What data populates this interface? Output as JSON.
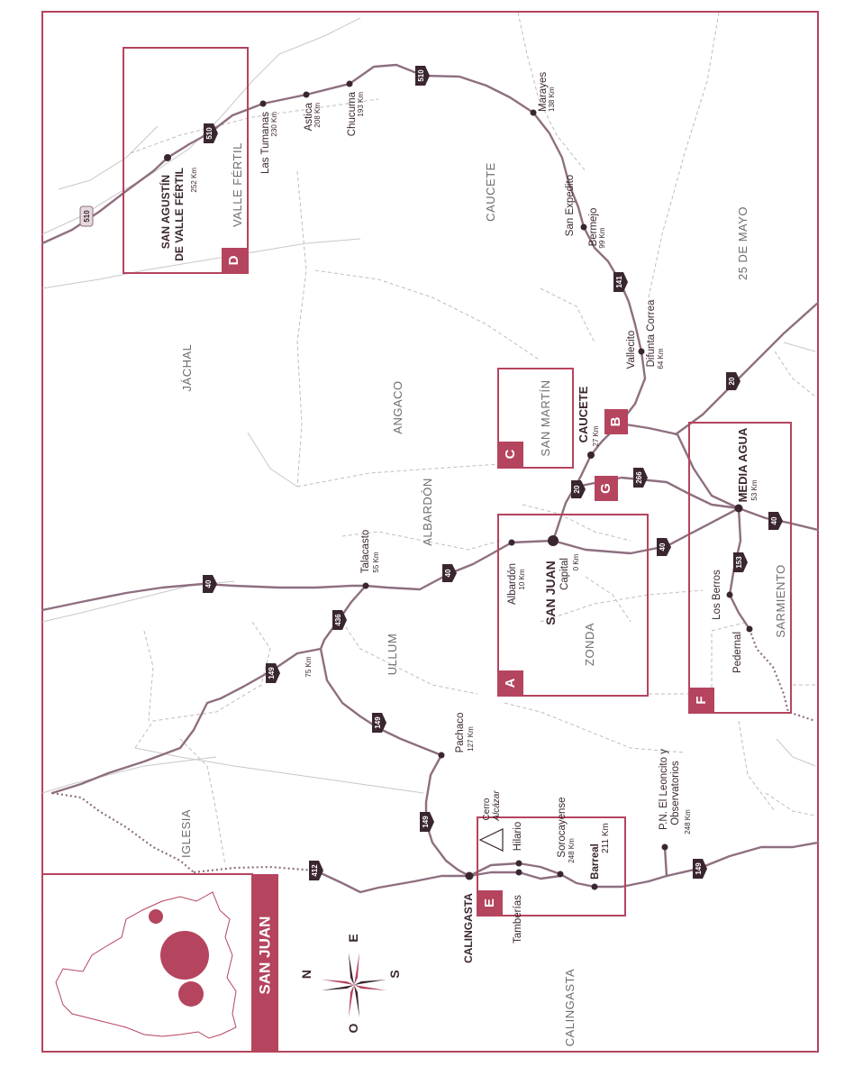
{
  "title": "SAN JUAN",
  "colors": {
    "frame": "#b5445e",
    "route": "#8e6f80",
    "route_dark": "#3a2630",
    "department_border": "#b8b8b8",
    "boundary_gray": "#cfcfcf"
  },
  "departments": {
    "jachal": "JÁCHAL",
    "valle_fertil": "VALLE FÉRTIL",
    "caucete": "CAUCETE",
    "veinticinco_de_mayo": "25 DE MAYO",
    "angaco": "ANGACO",
    "albardon": "ALBARDÓN",
    "san_martin": "SAN MARTÍN",
    "ullum": "ULLUM",
    "zonda": "ZONDA",
    "sarmiento": "SARMIENTO",
    "iglesia": "IGLESIA",
    "calingasta": "CALINGASTA"
  },
  "towns": {
    "san_agustin_1": "SAN AGUSTÍN",
    "san_agustin_2": "DE VALLE FÉRTIL",
    "san_agustin_km": "252 Km",
    "las_tumanas": "Las Tumanas",
    "las_tumanas_km": "230 Km",
    "astica": "Astica",
    "astica_km": "208 Km",
    "chucuma": "Chucuma",
    "chucuma_km": "193 Km",
    "marayes": "Marayes",
    "marayes_km": "138 Km",
    "san_expedito": "San Expedito",
    "bermejo": "Bermejo",
    "bermejo_km": "99 Km",
    "vallecito": "Vallecito",
    "difunta_correa": "Difunta Correa",
    "difunta_correa_km": "64 Km",
    "caucete_town": "CAUCETE",
    "caucete_km": "27 Km",
    "media_agua": "MEDIA AGUA",
    "media_agua_km": "53 Km",
    "albardon_town": "Albardón",
    "albardon_km": "10 Km",
    "san_juan_city": "SAN JUAN",
    "capital": "Capital",
    "capital_km": "0 Km",
    "talacasto": "Talacasto",
    "talacasto_km": "55 Km",
    "km75": "75 Km",
    "los_berros": "Los Berros",
    "pedernal": "Pedernal",
    "pachaco": "Pachaco",
    "pachaco_km": "127 Km",
    "cerro_1": "Cerro",
    "cerro_2": "Alcázar",
    "hilario": "Hilario",
    "sorocayense": "Sorocayense",
    "sorocayense_km": "248 Km",
    "barreal": "Barreal",
    "barreal_km": "211 Km",
    "tamberias": "Tamberías",
    "calingasta_town": "CALINGASTA",
    "leoncito_1": "P.N. El Leoncito y",
    "leoncito_2": "Observatorios",
    "leoncito_km": "248 Km"
  },
  "routes": {
    "r510": "510",
    "r141": "141",
    "r20": "20",
    "r40": "40",
    "r266": "266",
    "r436": "436",
    "r149": "149",
    "r153": "153",
    "r412": "412"
  },
  "zones": {
    "a": "A",
    "b": "B",
    "c": "C",
    "d": "D",
    "e": "E",
    "f": "F",
    "g": "G"
  },
  "compass": {
    "n": "N",
    "s": "S",
    "e": "E",
    "o": "O"
  }
}
